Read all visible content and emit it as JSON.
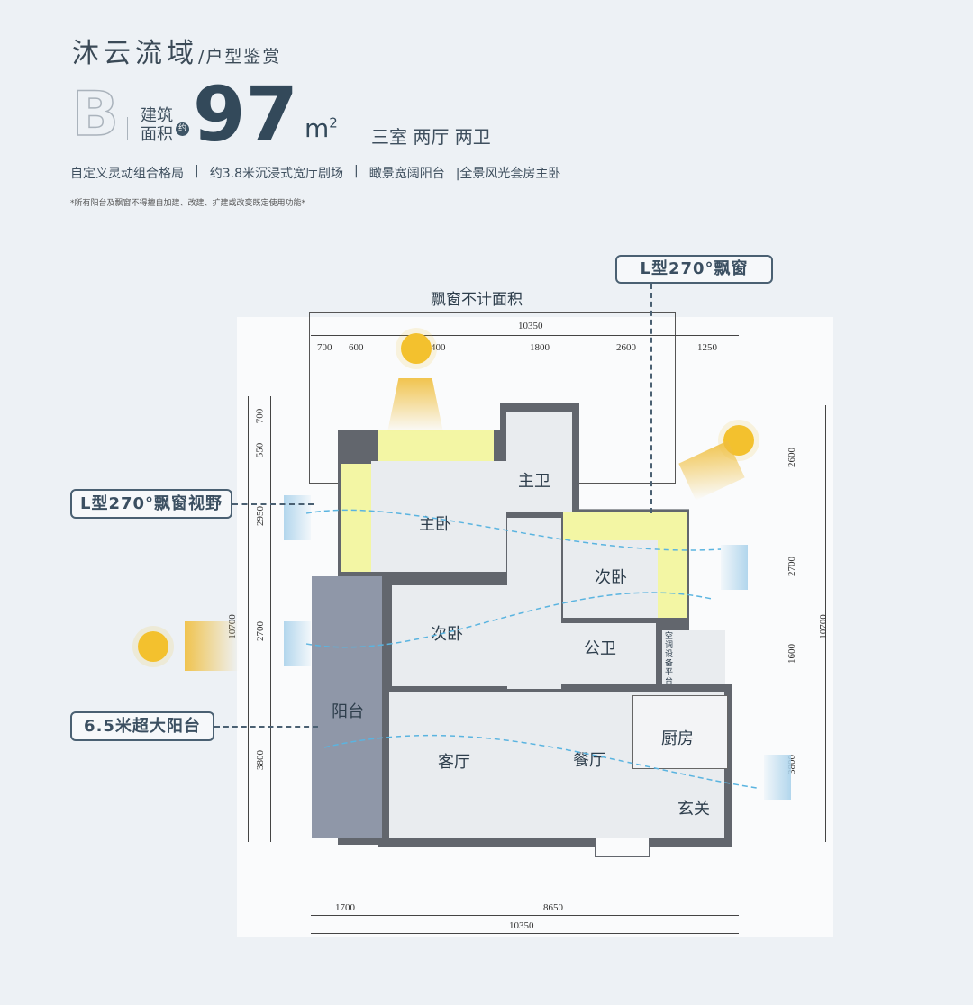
{
  "header": {
    "project": "沐云流域",
    "subtitle": "/户型鉴赏",
    "type_letter": "B",
    "area_label_1": "建筑",
    "area_label_2": "面积",
    "approx": "约",
    "area": "97",
    "unit": "m",
    "unit_sup": "2",
    "rooms": "三室 两厅 两卫"
  },
  "features": [
    "自定义灵动组合格局",
    "|",
    "约3.8米沉浸式宽厅剧场",
    "|",
    "瞰景宽阔阳台",
    "|全景风光套房主卧"
  ],
  "note": "*所有阳台及飘窗不得擅自加建、改建、扩建或改变既定使用功能*",
  "callouts": {
    "bay_window": "L型270°飘窗",
    "bay_view": "L型270°飘窗视野",
    "balcony": "6.5米超大阳台",
    "bay_not_counted": "飘窗不计面积"
  },
  "rooms": {
    "master_bed": "主卧",
    "master_bath": "主卫",
    "second_bed_right": "次卧",
    "second_bed_left": "次卧",
    "public_bath": "公卫",
    "balcony": "阳台",
    "living": "客厅",
    "dining": "餐厅",
    "kitchen": "厨房",
    "entry": "玄关",
    "ac": "空调设备平台"
  },
  "dims": {
    "top_total": "10350",
    "top": [
      "700",
      "600",
      "400",
      "1800",
      "2600",
      "1250"
    ],
    "left_total": "10700",
    "left": [
      "700",
      "550",
      "2950",
      "2700",
      "3800"
    ],
    "right_total": "10700",
    "right": [
      "2600",
      "2700",
      "1600",
      "3800"
    ],
    "bottom": [
      "1700",
      "8650"
    ],
    "bottom_total": "10350"
  },
  "colors": {
    "accent": "#3e5566",
    "bay": "#f3f6a4",
    "balcony": "#8f97a8",
    "wall": "#62666d",
    "sun": "#f3c12e"
  }
}
